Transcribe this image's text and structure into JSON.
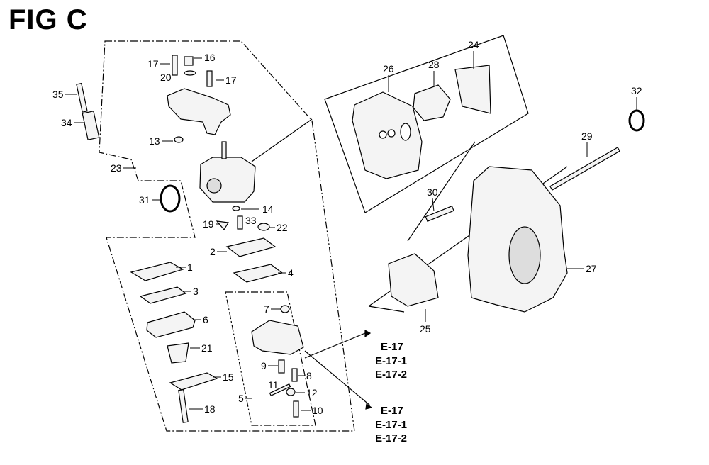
{
  "figure": {
    "title": "FIG C"
  },
  "callouts": {
    "c1": "1",
    "c2": "2",
    "c3": "3",
    "c4": "4",
    "c5": "5",
    "c6": "6",
    "c7": "7",
    "c8": "8",
    "c9": "9",
    "c10": "10",
    "c11": "11",
    "c12": "12",
    "c13": "13",
    "c14": "14",
    "c15": "15",
    "c16": "16",
    "c17a": "17",
    "c17b": "17",
    "c18": "18",
    "c19": "19",
    "c20": "20",
    "c21": "21",
    "c22": "22",
    "c23": "23",
    "c24": "24",
    "c25": "25",
    "c26": "26",
    "c27": "27",
    "c28": "28",
    "c29": "29",
    "c30": "30",
    "c31": "31",
    "c32": "32",
    "c33": "33",
    "c34": "34",
    "c35": "35"
  },
  "references": {
    "upper": [
      "E-17",
      "E-17-1",
      "E-17-2"
    ],
    "lower": [
      "E-17",
      "E-17-1",
      "E-17-2"
    ]
  }
}
